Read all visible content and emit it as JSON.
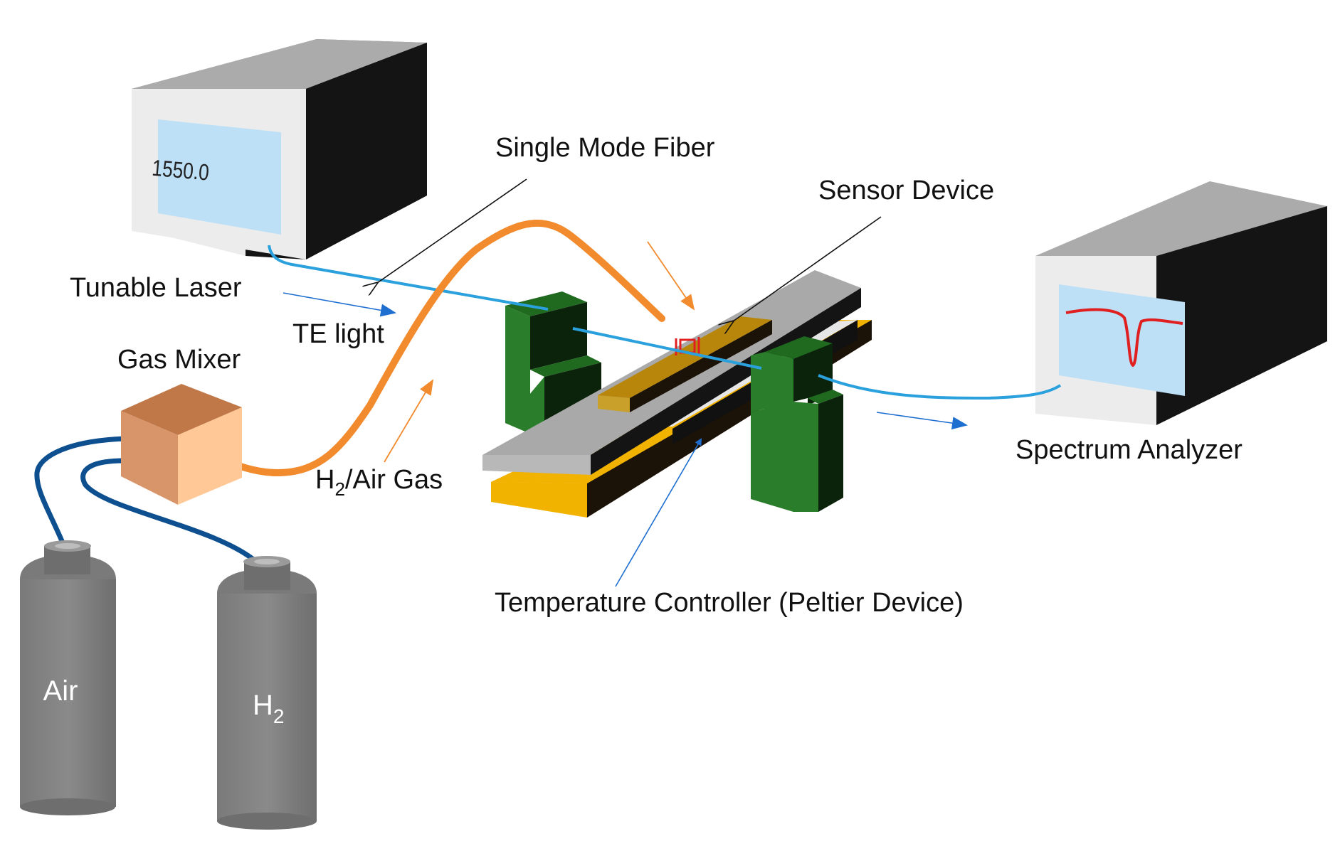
{
  "labels": {
    "single_mode_fiber": "Single Mode Fiber",
    "sensor_device": "Sensor Device",
    "tunable_laser": "Tunable Laser",
    "te_light": "TE light",
    "gas_mixer": "Gas Mixer",
    "gas_flow_main": "H",
    "gas_flow_sub": "2",
    "gas_flow_rest": "/Air Gas",
    "spectrum_analyzer": "Spectrum Analyzer",
    "temperature_controller": "Temperature Controller (Peltier Device)"
  },
  "laser_display": {
    "value": "1550.0"
  },
  "cylinders": {
    "air": {
      "label": "Air"
    },
    "h2": {
      "label_main": "H",
      "label_sub": "2"
    }
  },
  "colors": {
    "fiber": "#2aa0dc",
    "gas_line": "#f28a2e",
    "gas_tubing": "#0d4f8f",
    "label_arrow_blue": "#1f6fd1",
    "spectrum_trace": "#e02020",
    "display_bg": "#bde0f7",
    "clamp_green": "#2a7d2a",
    "peltier_yellow": "#f2b200",
    "sensor_gold": "#b8860b"
  },
  "icons": [
    "tunable-laser-box",
    "spectrum-analyzer-box",
    "gas-mixer-cube",
    "gas-cylinder"
  ]
}
